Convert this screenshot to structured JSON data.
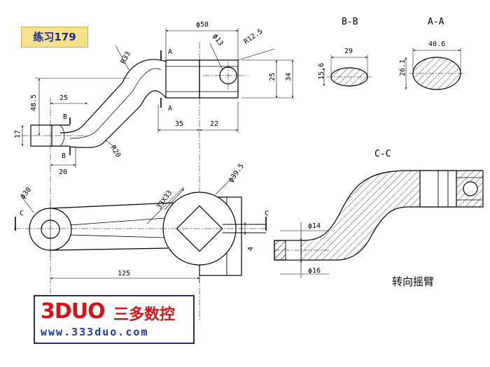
{
  "badge": {
    "text": "练习179"
  },
  "logo": {
    "brand": "3DUO",
    "name_cn": "三多数控",
    "url": "www.333duo.com"
  },
  "drawing": {
    "part_name": "转向摇臂",
    "section_bb": "B-B",
    "section_aa": "A-A",
    "section_cc": "C-C",
    "dims": {
      "phi58": "ϕ58",
      "phi13": "ϕ13",
      "r125": "R12.5",
      "r33": "R33",
      "d25a": "25",
      "d34": "34",
      "d25b": "25",
      "d485": "48.5",
      "d17": "17",
      "d35": "35",
      "d22": "22",
      "r20": "R20",
      "d20": "20",
      "d29": "29",
      "d156": "15.6",
      "d406": "40.6",
      "d261": "26.1",
      "phi30": "ϕ30",
      "sq33": "33X33",
      "phi395": "ϕ39.5",
      "d125": "125",
      "d4": "4",
      "phi14": "ϕ14",
      "phi16": "ϕ16"
    },
    "labels": {
      "a1": "A",
      "a2": "A",
      "b1": "B",
      "b2": "B",
      "c1": "C",
      "c2": "C"
    }
  }
}
